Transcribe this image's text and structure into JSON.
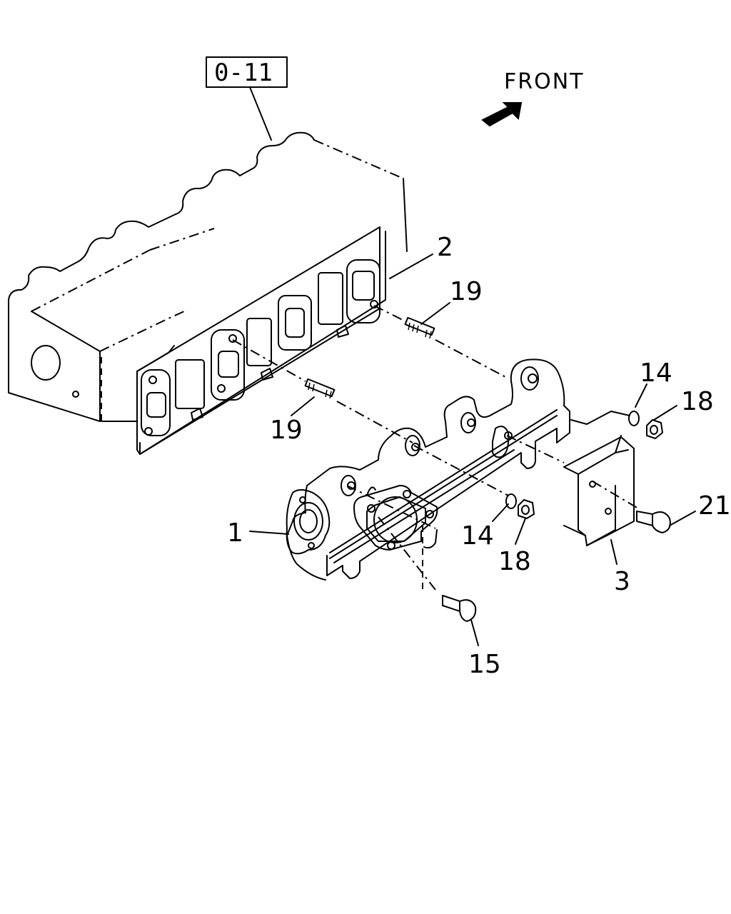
{
  "reference_box": "0-11",
  "direction_label": "FRONT",
  "callouts": {
    "c1": "1",
    "c2": "2",
    "c3": "3",
    "c14a": "14",
    "c14b": "14",
    "c15": "15",
    "c18a": "18",
    "c18b": "18",
    "c19a": "19",
    "c19b": "19",
    "c21": "21"
  }
}
